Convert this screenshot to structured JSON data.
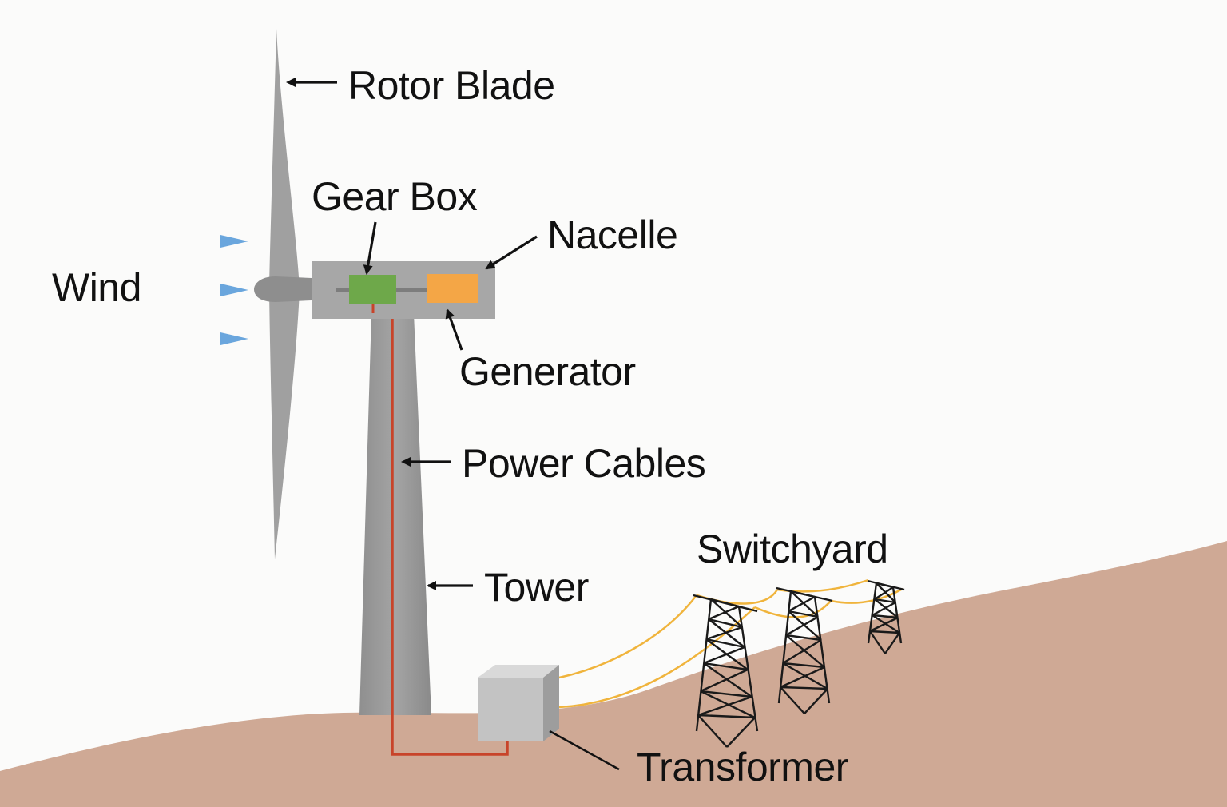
{
  "labels": {
    "rotor_blade": "Rotor Blade",
    "gear_box": "Gear Box",
    "nacelle": "Nacelle",
    "wind": "Wind",
    "generator": "Generator",
    "power_cables": "Power Cables",
    "tower": "Tower",
    "switchyard": "Switchyard",
    "transformer": "Transformer"
  },
  "colors": {
    "background": "#fbfbfa",
    "ground": "#cfa995",
    "tower": "#9b9b9b",
    "blade": "#a0a0a0",
    "nacelle": "#a7a7a7",
    "gear_box": "#6ea84a",
    "generator": "#f4a646",
    "power_cable": "#c8442a",
    "grid_line": "#f0b43c",
    "wind_arrow": "#6aa6dd",
    "transformer": "#c3c3c3",
    "text": "#111111"
  },
  "icons": {
    "wind_arrow": "right-arrow-icon",
    "pointer_arrow": "left-arrow-icon"
  }
}
